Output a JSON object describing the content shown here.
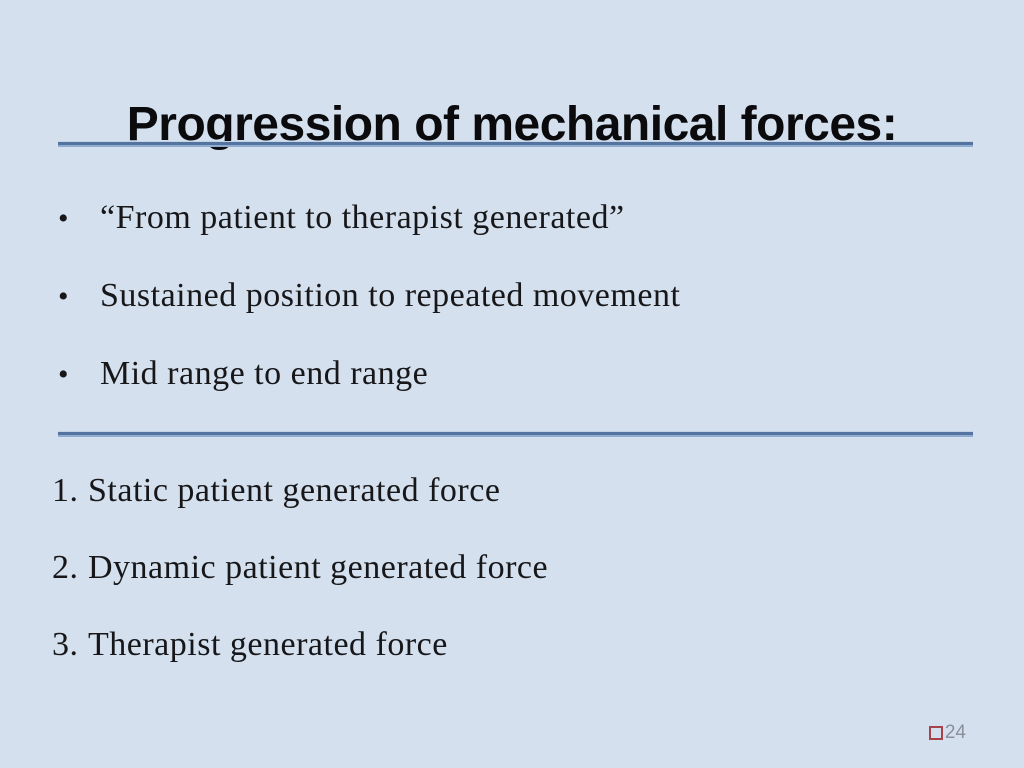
{
  "slide": {
    "title": "Progression of mechanical forces:",
    "bullet_char": "•",
    "bullets": [
      "“From patient to therapist generated”",
      "Sustained position to repeated movement",
      "Mid range to end range"
    ],
    "numbered_items": [
      {
        "number": "1.",
        "text": "Static patient generated force"
      },
      {
        "number": "2.",
        "text": "Dynamic patient generated force"
      },
      {
        "number": "3.",
        "text": "Therapist generated force"
      }
    ],
    "page_number": "24",
    "colors": {
      "background": "#d4e0ee",
      "title_text": "#0b0b0d",
      "body_text": "#17171a",
      "divider_dark": "#54749f",
      "divider_light": "#8fadd0",
      "page_number_text": "#8a9099",
      "page_marker_red": "#a8424b"
    }
  }
}
